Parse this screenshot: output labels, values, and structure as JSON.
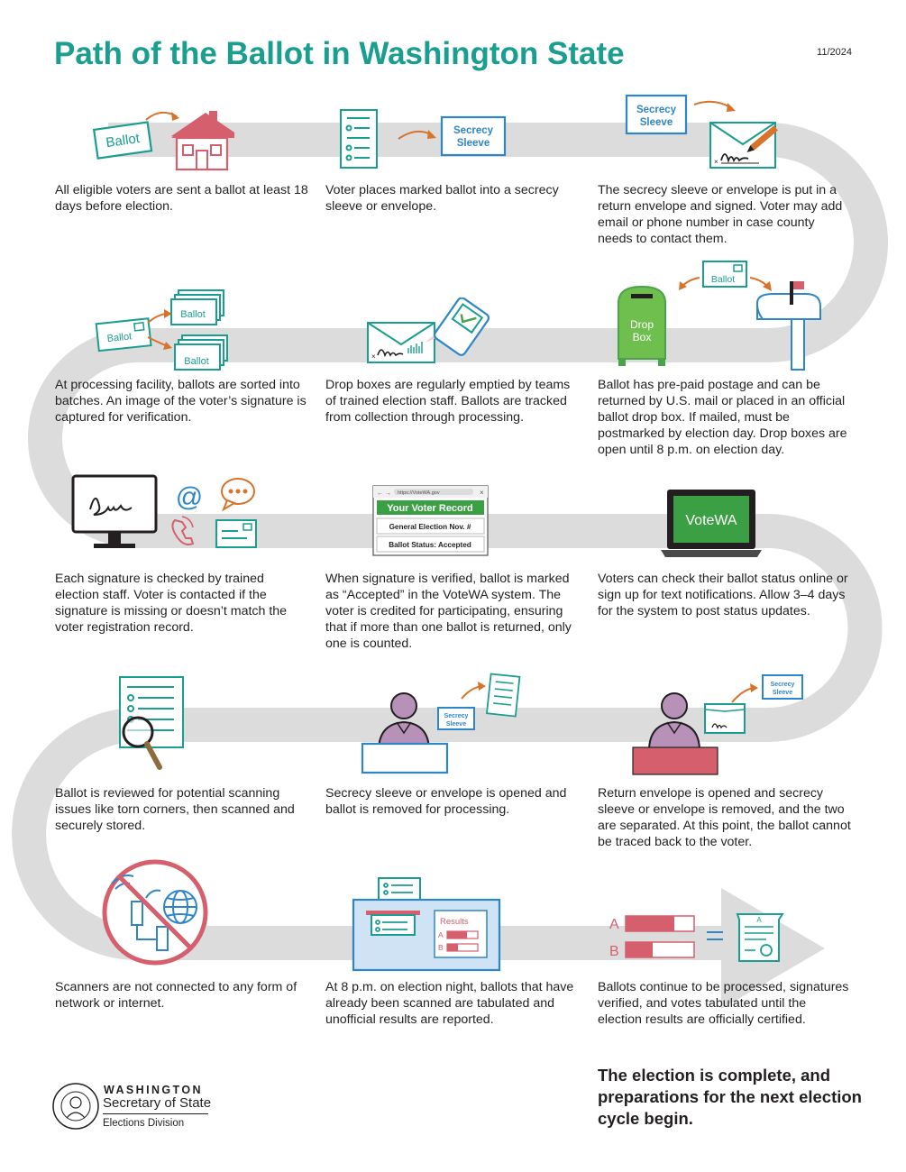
{
  "title": "Path of the Ballot in Washington State",
  "date": "11/2024",
  "colors": {
    "teal": "#1a9e8f",
    "blue": "#2e86c9",
    "orange": "#d7732a",
    "red": "#d65f6e",
    "green": "#4aa34a",
    "path": "#dcdcdc"
  },
  "labels": {
    "ballot": "Ballot",
    "secrecy": "Secrecy",
    "sleeve": "Sleeve",
    "drop": "Drop",
    "box": "Box",
    "url": "https://VoteWA.gov",
    "record_title": "Your Voter Record",
    "record_line1": "General Election Nov. #",
    "record_line2": "Ballot Status: Accepted",
    "votewa": "VoteWA",
    "results": "Results",
    "a": "A",
    "b": "B"
  },
  "steps": [
    {
      "text": "All eligible voters are sent a ballot at least 18 days before election."
    },
    {
      "text": "Voter places marked ballot into a secrecy sleeve or envelope."
    },
    {
      "text": "The secrecy sleeve or envelope is put in a return envelope and signed. Voter may add email or phone number in case county needs to contact them."
    },
    {
      "text": "At processing facility, ballots are sorted into batches. An image of the voter’s signature is captured for verification."
    },
    {
      "text": "Drop boxes are regularly emptied by teams of trained election staff. Ballots are tracked from collection through processing."
    },
    {
      "text": "Ballot has pre-paid postage and can be returned by U.S. mail or placed in an official ballot drop box. If mailed, must be postmarked by election day. Drop boxes are open until 8 p.m. on election day."
    },
    {
      "text": "Each signature is checked by trained election staff. Voter is contacted if the signature is missing or doesn’t match the voter registration record."
    },
    {
      "text": "When signature is verified, ballot is marked as “Accepted” in the VoteWA system. The voter is credited for participating, ensuring that if more than one ballot is returned, only one is counted."
    },
    {
      "text": "Voters can check their ballot status online or sign up for text notifications. Allow 3–4 days for the system to post status updates."
    },
    {
      "text": "Ballot is reviewed for potential scanning issues like torn corners, then scanned and securely stored."
    },
    {
      "text": "Secrecy sleeve or envelope is opened and ballot is removed for processing."
    },
    {
      "text": "Return envelope is opened and secrecy sleeve or envelope is removed, and the two are separated. At this point, the ballot cannot be traced back to the voter."
    },
    {
      "text": "Scanners are not connected to any form of network or internet."
    },
    {
      "text": "At 8 p.m. on election night, ballots that have already been scanned are tabulated and unofficial results are reported."
    },
    {
      "text": "Ballots continue to be processed, signatures verified, and votes tabulated until the election results are officially certified."
    }
  ],
  "closing": "The election is complete, and preparations for the next election cycle begin.",
  "footer": {
    "state": "WASHINGTON",
    "office": "Secretary of State",
    "division": "Elections Division"
  }
}
